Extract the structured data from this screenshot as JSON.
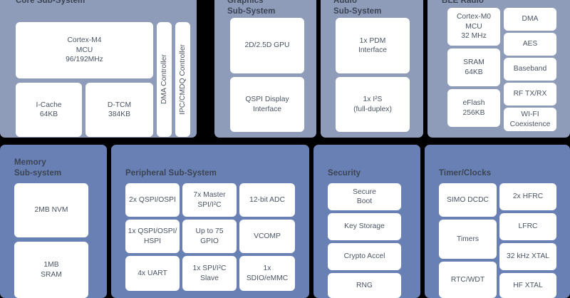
{
  "diagram": {
    "colors": {
      "background": "#000000",
      "panel_top_row": "#8e9cba",
      "panel_bottom_row": "#6980b4",
      "card": "#ffffff",
      "card_text": "#4a5464",
      "title_text": "#3b4453"
    }
  },
  "panels": {
    "core": {
      "title": "Core Sub-System",
      "blocks": [
        {
          "label": "Cortex-M4\nMCU\n96/192MHz"
        },
        {
          "label": "I-Cache\n64KB"
        },
        {
          "label": "D-TCM\n384KB"
        },
        {
          "label": "DMA Controller"
        },
        {
          "label": "IPC/CMDQ Controller"
        }
      ]
    },
    "graphics": {
      "title": "Graphics\nSub-System",
      "blocks": [
        {
          "label": "2D/2.5D GPU"
        },
        {
          "label": "QSPI Display\nInterface"
        }
      ]
    },
    "audio": {
      "title": "Audio\nSub-System",
      "blocks": [
        {
          "label": "1x PDM\nInterface"
        },
        {
          "label": "1x I²S\n(full-duplex)"
        }
      ]
    },
    "ble": {
      "title": "BLE Radio",
      "blocks": [
        {
          "label": "Cortex-M0\nMCU\n32 MHz"
        },
        {
          "label": "SRAM\n64KB"
        },
        {
          "label": "eFlash\n256KB"
        },
        {
          "label": "DMA"
        },
        {
          "label": "AES"
        },
        {
          "label": "Baseband"
        },
        {
          "label": "RF TX/RX"
        },
        {
          "label": "WI-FI\nCoexistence"
        }
      ]
    },
    "memory": {
      "title": "Memory\nSub-system",
      "blocks": [
        {
          "label": "2MB NVM"
        },
        {
          "label": "1MB\nSRAM"
        }
      ]
    },
    "peripheral": {
      "title": "Peripheral Sub-System",
      "blocks": [
        {
          "label": "2x QSPI/OSPI"
        },
        {
          "label": "7x Master\nSPI/I²C"
        },
        {
          "label": "12-bit ADC"
        },
        {
          "label": "1x QSPI/OSPI/\nHSPI"
        },
        {
          "label": "Up to 75\nGPIO"
        },
        {
          "label": "VCOMP"
        },
        {
          "label": "4x UART"
        },
        {
          "label": "1x SPI/I²C\nSlave"
        },
        {
          "label": "1x\nSDIO/eMMC"
        }
      ]
    },
    "security": {
      "title": "Security",
      "blocks": [
        {
          "label": "Secure\nBoot"
        },
        {
          "label": "Key Storage"
        },
        {
          "label": "Crypto Accel"
        },
        {
          "label": "RNG"
        }
      ]
    },
    "timer": {
      "title": "Timer/Clocks",
      "blocks": [
        {
          "label": "SIMO DCDC"
        },
        {
          "label": "Timers"
        },
        {
          "label": "RTC/WDT"
        },
        {
          "label": "2x HFRC"
        },
        {
          "label": "LFRC"
        },
        {
          "label": "32 kHz XTAL"
        },
        {
          "label": "HF XTAL"
        }
      ]
    }
  }
}
